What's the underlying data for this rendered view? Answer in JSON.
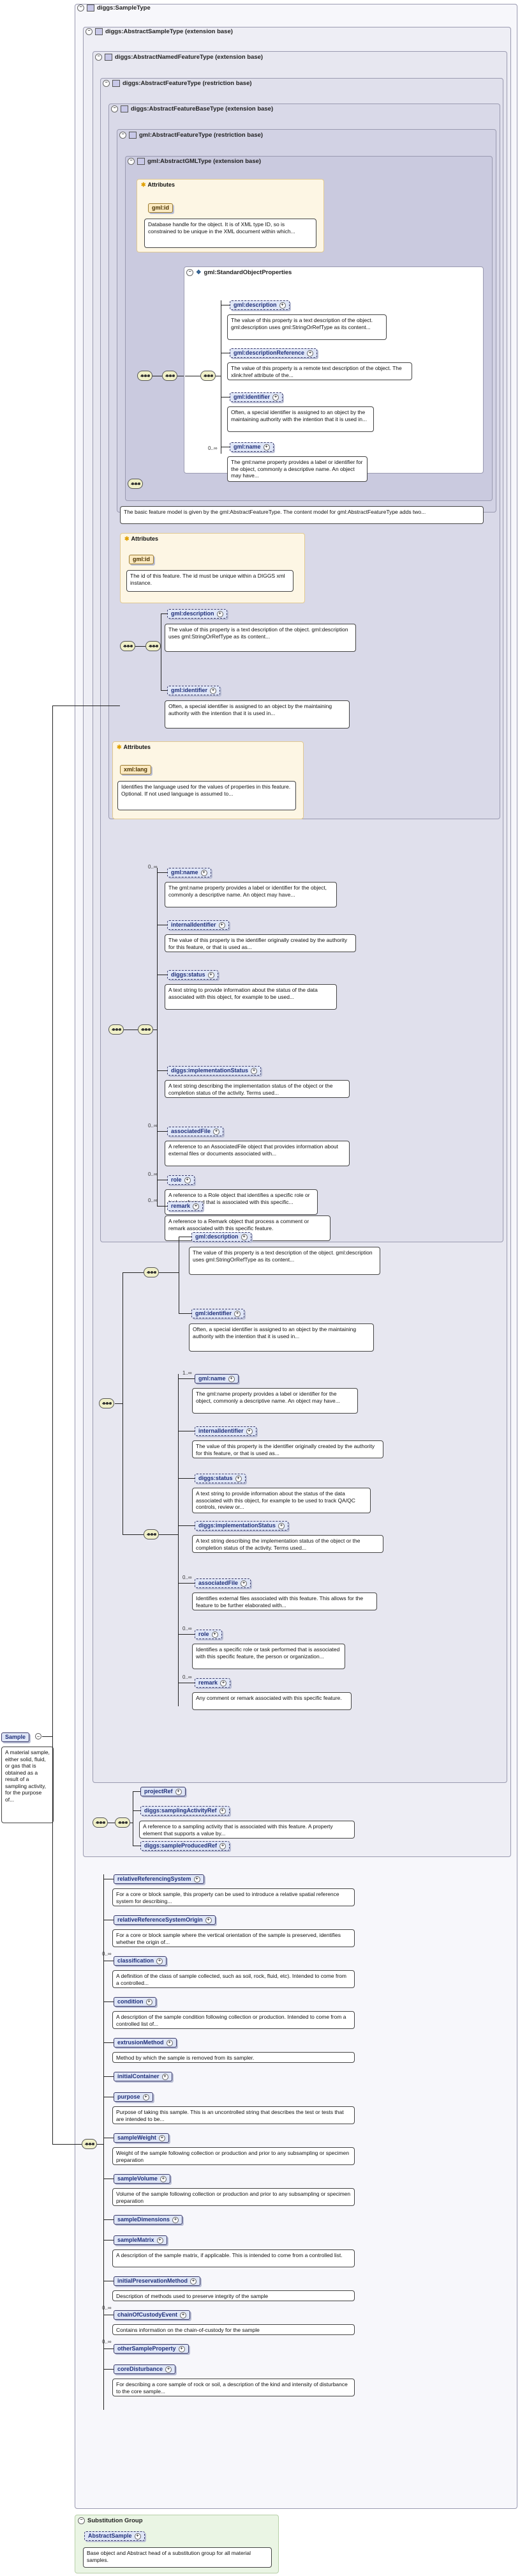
{
  "root_element": {
    "label": "Sample",
    "doc": "A material sample, either solid, fluid, or gas that is obtained as a result of a sampling activity, for the purpose of..."
  },
  "types": {
    "sample_type": "diggs:SampleType",
    "abstract_sample_type": "diggs:AbstractSampleType (extension base)",
    "abstract_named_feature_type": "diggs:AbstractNamedFeatureType (extension base)",
    "abstract_feature_type": "diggs:AbstractFeatureType (restriction base)",
    "abstract_feature_base_type": "diggs:AbstractFeatureBaseType (extension base)",
    "gml_abstract_feature_type": "gml:AbstractFeatureType (restriction base)",
    "gml_abstract_gml_type": "gml:AbstractGMLType (extension base)"
  },
  "attributes_label": "Attributes",
  "gml_abstract_gml": {
    "attr_id": "gml:id",
    "attr_id_doc": "Database handle for the object. It is of XML type ID, so is constrained to be unique in the XML document within which...",
    "group_label": "gml:StandardObjectProperties",
    "description_label": "gml:description",
    "description_doc": "The value of this property is a text description of the object. gml:description uses gml:StringOrRefType as its content...",
    "description_ref_label": "gml:descriptionReference",
    "description_ref_doc": "The value of this property is a remote text description of the object. The xlink:href attribute of the...",
    "identifier_label": "gml:identifier",
    "identifier_doc": "Often, a special identifier is assigned to an object by the maintaining authority with the intention that it is used in...",
    "name_label": "gml:name",
    "name_card": "0..∞",
    "name_doc": "The gml:name property provides a label or identifier for the object, commonly a descriptive name. An object may have..."
  },
  "feature_type_doc": "The basic feature model is given by the gml:AbstractFeatureType. The content model for gml:AbstractFeatureType adds two...",
  "abstract_feature_type": {
    "attr_id": "gml:id",
    "attr_id_doc": "The id of this feature. The id must be unique within a DIGGS xml instance.",
    "description_label": "gml:description",
    "description_doc": "The value of this property is a text description of the object. gml:description uses gml:StringOrRefType as its content...",
    "identifier_label": "gml:identifier",
    "identifier_doc": "Often, a special identifier is assigned to an object by the maintaining authority with the intention that it is used in..."
  },
  "feature_base": {
    "attr_lang": "xml:lang",
    "attr_lang_doc": "Identifies the language used for the values of properties in this feature. Optional. If not used language is assumed to...",
    "items": [
      {
        "label": "gml:name",
        "card": "0..∞",
        "doc": "The gml:name property provides a label or identifier for the object, commonly a descriptive name. An object may have..."
      },
      {
        "label": "internalIdentifier",
        "card": "",
        "doc": "The value of this property is the identifier originally created by the authority for this feature, or that is used as..."
      },
      {
        "label": "diggs:status",
        "card": "",
        "doc": "A text string to provide information about the status of the data associated with this object, for example to be used..."
      },
      {
        "label": "diggs:implementationStatus",
        "card": "",
        "doc": "A text string describing the implementation status of the object or the completion status of the activity. Terms used..."
      },
      {
        "label": "associatedFile",
        "card": "0..∞",
        "doc": "A reference to an AssociatedFile object that provides information about external files or documents associated with..."
      },
      {
        "label": "role",
        "card": "0..∞",
        "doc": "A reference to a Role object that identifies a specific role or task performed that is associated with this specific..."
      },
      {
        "label": "remark",
        "card": "0..∞",
        "doc": "A reference to a Remark object that process a comment or remark associated with this specific feature."
      }
    ]
  },
  "named_feature": {
    "description_label": "gml:description",
    "description_doc": "The value of this property is a text description of the object. gml:description uses gml:StringOrRefType as its content...",
    "identifier_label": "gml:identifier",
    "identifier_doc": "Often, a special identifier is assigned to an object by the maintaining authority with the intention that it is used in...",
    "items": [
      {
        "label": "gml:name",
        "card": "1..∞",
        "doc": "The gml:name property provides a label or identifier for the object, commonly a descriptive name. An object may have..."
      },
      {
        "label": "internalIdentifier",
        "card": "",
        "doc": "The value of this property is the identifier originally created by the authority for this feature, or that is used as..."
      },
      {
        "label": "diggs:status",
        "card": "",
        "doc": "A text string to provide information about the status of the data associated with this object, for example to be used to track QA/QC controls, review or..."
      },
      {
        "label": "diggs:implementationStatus",
        "card": "",
        "doc": "A text string describing the implementation status of the object or the completion status of the activity. Terms used..."
      },
      {
        "label": "associatedFile",
        "card": "0..∞",
        "doc": "Identifies external files associated with this feature. This allows for the feature to be further elaborated with..."
      },
      {
        "label": "role",
        "card": "0..∞",
        "doc": "Identifies a specific role or task performed that is associated with this specific feature, the person or organization..."
      },
      {
        "label": "remark",
        "card": "0..∞",
        "doc": "Any comment or remark associated with this specific feature."
      }
    ]
  },
  "abstract_sample": {
    "project_ref": "projectRef",
    "sampling_activity_ref": "diggs:samplingActivityRef",
    "sampling_activity_doc": "A reference to a sampling activity that is associated with this feature. A property element that supports a value by...",
    "sample_produced_ref": "diggs:sampleProducedRef"
  },
  "sample_type_items": [
    {
      "label": "relativeReferencingSystem",
      "card": "",
      "doc": "For a core or block sample, this property can be used to introduce a relative spatial reference system for describing..."
    },
    {
      "label": "relativeReferenceSystemOrigin",
      "card": "",
      "doc": "For a core or block sample where the vertical orientation of the sample is preserved, identifies whether the origin of..."
    },
    {
      "label": "classification",
      "card": "0..∞",
      "doc": "A definition of the class of sample collected, such as soil, rock, fluid, etc). Intended to come from a controlled..."
    },
    {
      "label": "condition",
      "card": "",
      "doc": "A description of the sample condition following collection or production. Intended to come from a controlled list of..."
    },
    {
      "label": "extrusionMethod",
      "card": "",
      "doc": "Method by which the sample is removed from its sampler."
    },
    {
      "label": "initialContainer",
      "card": "",
      "doc": ""
    },
    {
      "label": "purpose",
      "card": "",
      "doc": "Purpose of taking this sample. This is an uncontrolled string that describes the test or tests that are intended to be..."
    },
    {
      "label": "sampleWeight",
      "card": "",
      "doc": "Weight of the sample following collection or production and prior to any subsampling or specimen preparation"
    },
    {
      "label": "sampleVolume",
      "card": "",
      "doc": "Volume of the sample following collection or production and prior to any subsampling or specimen preparation"
    },
    {
      "label": "sampleDimensions",
      "card": "",
      "doc": ""
    },
    {
      "label": "sampleMatrix",
      "card": "",
      "doc": "A description of the sample matrix, if applicable. This is intended to come from a controlled list."
    },
    {
      "label": "initialPreservationMethod",
      "card": "",
      "doc": "Description of methods used to preserve integrity of the sample"
    },
    {
      "label": "chainOfCustodyEvent",
      "card": "0..∞",
      "doc": "Contains information on the chain-of-custody for the sample"
    },
    {
      "label": "otherSampleProperty",
      "card": "0..∞",
      "doc": ""
    },
    {
      "label": "coreDisturbance",
      "card": "",
      "doc": "For describing a core sample of rock or soil, a description of the kind and intensity of disturbance to the core sample..."
    }
  ],
  "substitution_group": {
    "title": "Substitution Group",
    "element": "AbstractSample",
    "doc": "Base object and Abstract head of a substitution group for all material samples."
  }
}
